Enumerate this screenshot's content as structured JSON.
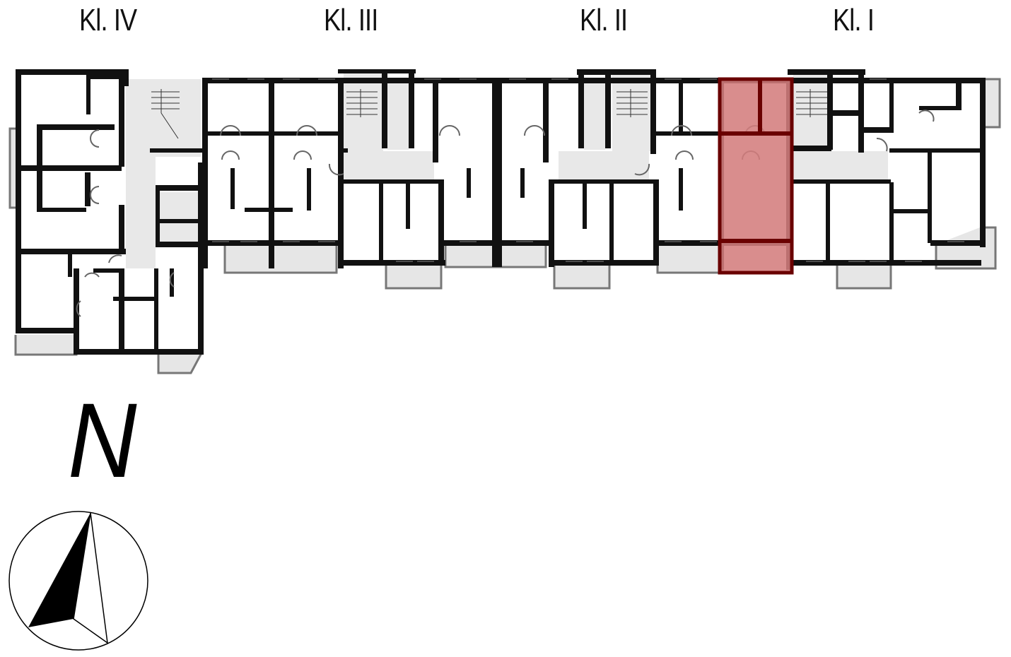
{
  "staircases": [
    {
      "label": "Kl. IV"
    },
    {
      "label": "Kl. III"
    },
    {
      "label": "Kl. II"
    },
    {
      "label": "Kl. I"
    }
  ],
  "north": {
    "letter": "N"
  },
  "colors": {
    "wall": "#111111",
    "floor": "#e8e8e8",
    "balcony_line": "#777777",
    "highlight_fill": "#d47d7d",
    "highlight_border": "#6a0000"
  },
  "highlighted_unit": {
    "staircase": "Kl. II",
    "state": "selected"
  },
  "compass": {
    "icon": "north-arrow-compass-icon"
  }
}
